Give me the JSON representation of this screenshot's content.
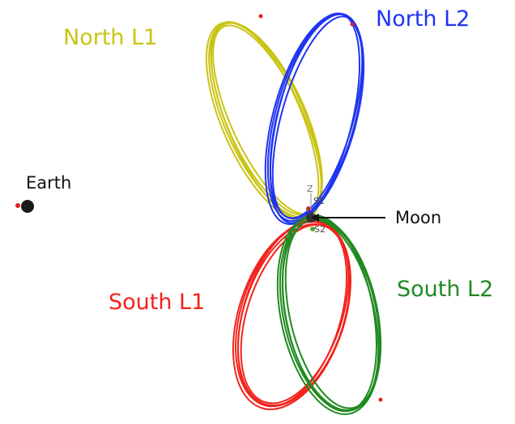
{
  "labels": {
    "north_l1": "North L1",
    "north_l2": "North L2",
    "south_l1": "South L1",
    "south_l2": "South L2",
    "earth": "Earth",
    "moon": "Moon",
    "axis_z": "Z",
    "marker_s1": "S1",
    "marker_s2": "S2"
  },
  "colors": {
    "north_l1": "#c9c414",
    "north_l2": "#1f34f2",
    "south_l1": "#f2231c",
    "south_l2": "#1f8a1f",
    "earth": "#1a1a1a",
    "earth_marker": "#e52020",
    "arrow": "#111111"
  }
}
